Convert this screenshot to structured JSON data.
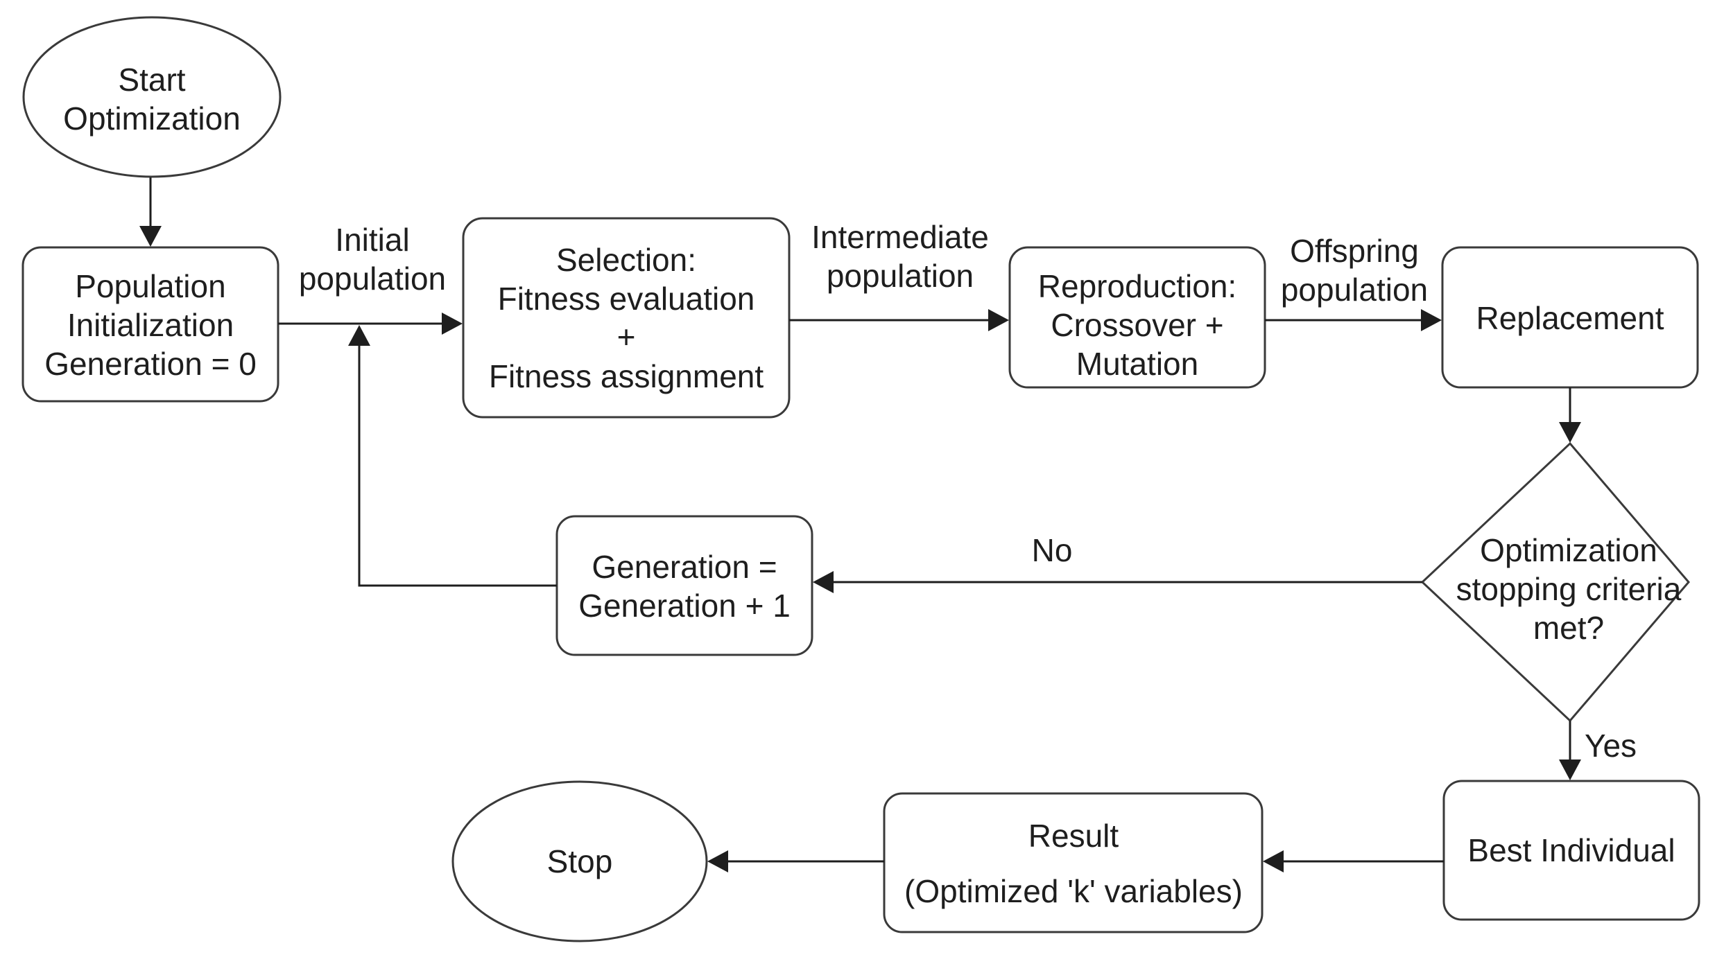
{
  "diagram": {
    "nodes": {
      "start": {
        "line1": "Start",
        "line2": "Optimization"
      },
      "population_init": {
        "line1": "Population",
        "line2": "Initialization",
        "line3": "Generation = 0"
      },
      "selection": {
        "line1": "Selection:",
        "line2": "Fitness evaluation",
        "line3": "+",
        "line4": "Fitness assignment"
      },
      "reproduction": {
        "line1": "Reproduction:",
        "line2": "Crossover +",
        "line3": "Mutation"
      },
      "replacement": {
        "line1": "Replacement"
      },
      "decision": {
        "line1": "Optimization",
        "line2": "stopping criteria",
        "line3": "met?"
      },
      "generation_increment": {
        "line1": "Generation =",
        "line2": "Generation + 1"
      },
      "best_individual": {
        "line1": "Best Individual"
      },
      "result": {
        "line1": "Result",
        "line2": "(Optimized 'k' variables)"
      },
      "stop": {
        "line1": "Stop"
      }
    },
    "edge_labels": {
      "initial_population": {
        "line1": "Initial",
        "line2": "population"
      },
      "intermediate_population": {
        "line1": "Intermediate",
        "line2": "population"
      },
      "offspring_population": {
        "line1": "Offspring",
        "line2": "population"
      },
      "no": "No",
      "yes": "Yes"
    }
  }
}
